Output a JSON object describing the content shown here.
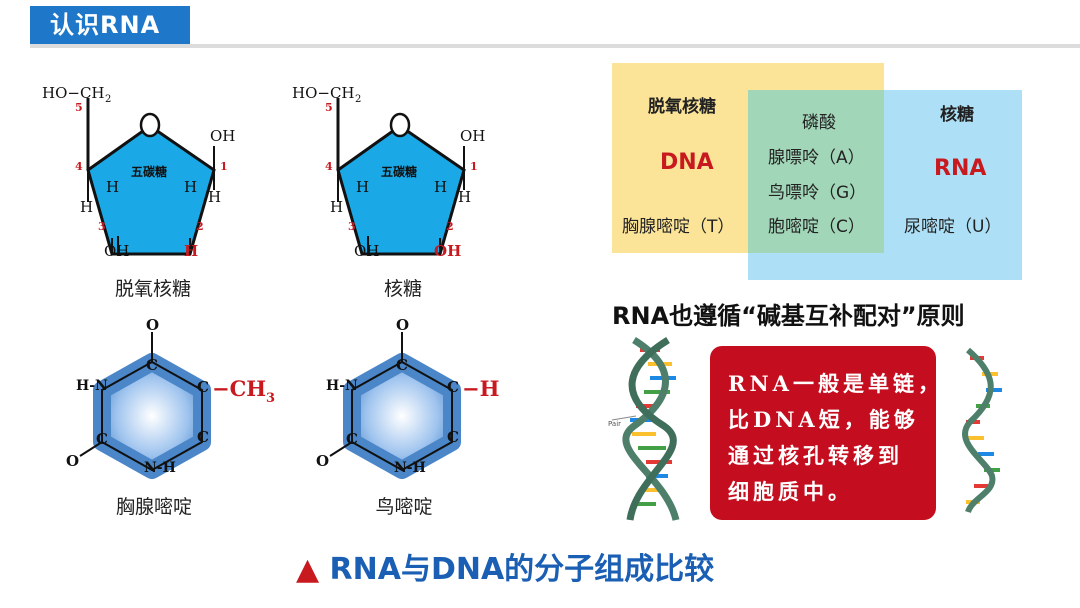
{
  "header": {
    "title": "认识RNA"
  },
  "deoxyribose": {
    "ho_ch2": "HO−CH",
    "sub2": "2",
    "ring_label": "五碳糖",
    "ring_o": "O",
    "oh1": "OH",
    "h1": "H",
    "h4": "H",
    "h_left": "H",
    "h_right": "H",
    "oh3": "OH",
    "r2": "H",
    "n1": "1",
    "n2": "2",
    "n3": "3",
    "n4": "4",
    "n5": "5",
    "caption": "脱氧核糖"
  },
  "ribose": {
    "ho_ch2": "HO−CH",
    "sub2": "2",
    "ring_label": "五碳糖",
    "ring_o": "O",
    "oh1": "OH",
    "h1": "H",
    "h4": "H",
    "h_left": "H",
    "h_right": "H",
    "oh3": "OH",
    "r2": "OH",
    "n1": "1",
    "n2": "2",
    "n3": "3",
    "n4": "4",
    "n5": "5",
    "caption": "核糖"
  },
  "thymine": {
    "o_top": "O",
    "c_top": "C",
    "hn": "H-N",
    "c_right": "C",
    "c_right2": "C",
    "c_left": "C",
    "o_left": "O",
    "nh": "N-H",
    "sub": "−CH",
    "sub_index": "3",
    "caption": "胸腺嘧啶"
  },
  "uracil": {
    "o_top": "O",
    "c_top": "C",
    "hn": "H-N",
    "c_right": "C",
    "c_right2": "C",
    "c_left": "C",
    "o_left": "O",
    "nh": "N-H",
    "sub": "−H",
    "caption": "鸟嘧啶"
  },
  "venn": {
    "dna_title": "脱氧核糖",
    "dna_name": "DNA",
    "dna_base": "胸腺嘧啶（T）",
    "shared_title": "磷酸",
    "shared_bases": [
      "腺嘌呤（A）",
      "鸟嘌呤（G）",
      "胞嘧啶（C）"
    ],
    "rna_title": "核糖",
    "rna_name": "RNA",
    "rna_base": "尿嘧啶（U）"
  },
  "principle": "RNA也遵循“碱基互补配对”原则",
  "helix": {
    "pair_label": "Pair"
  },
  "rna_note": [
    "RNA一般是单链，",
    "比DNA短，能够",
    "通过核孔转移到",
    "细胞质中。"
  ],
  "bottom": {
    "marker": "▲",
    "caption": "RNA与DNA的分子组成比较"
  },
  "colors": {
    "accent": "#1f77c9",
    "red": "#c8191f",
    "ring": "#1aa9e6",
    "hex": "#4a86c8"
  }
}
